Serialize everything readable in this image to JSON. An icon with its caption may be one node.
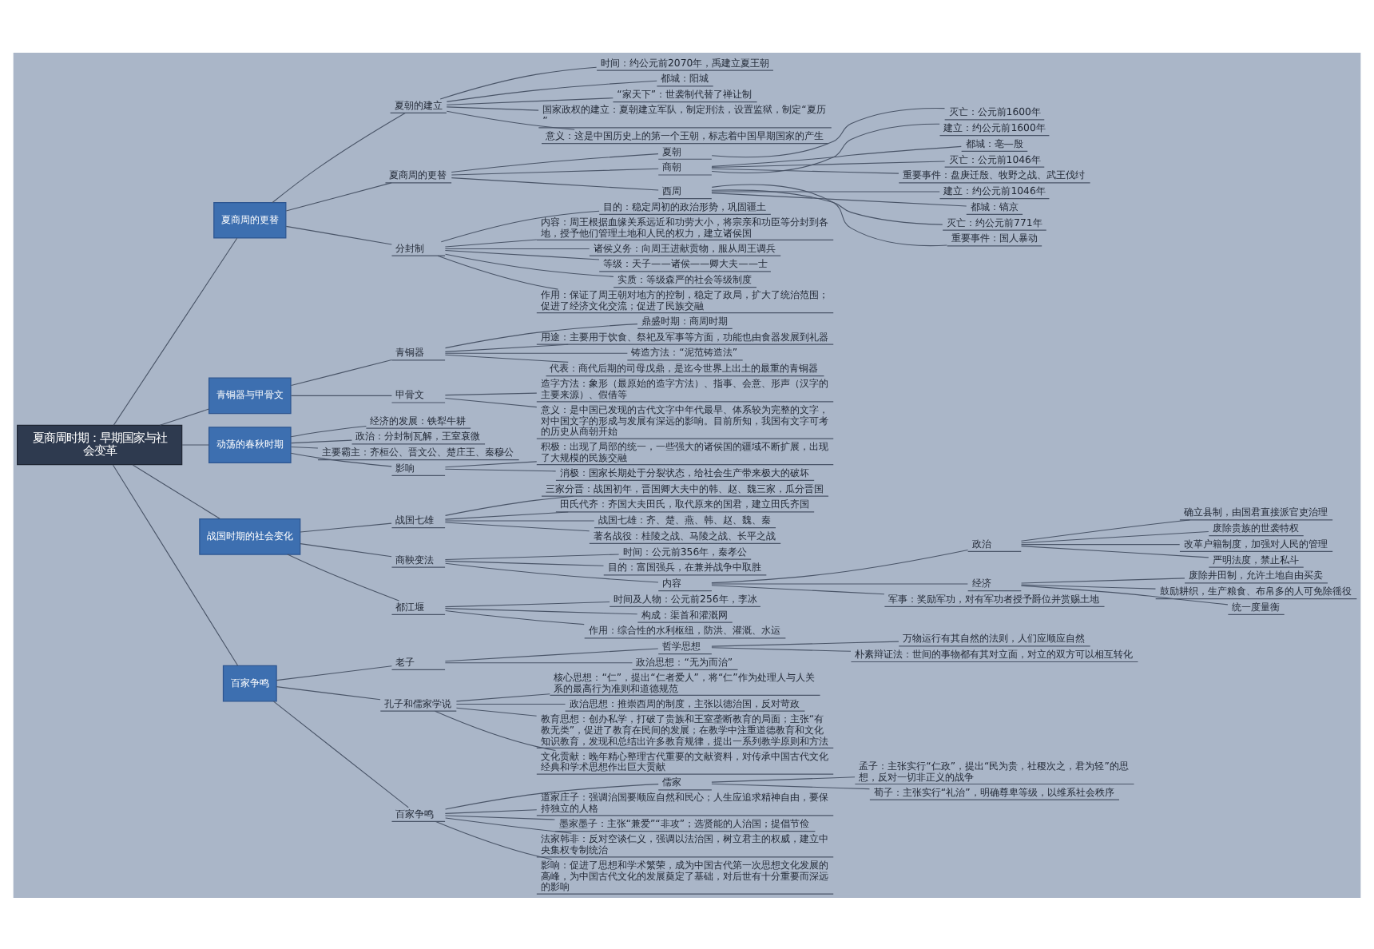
{
  "diagram": {
    "nodes": [
      {
        "text": [
          "夏商周时期：早期国家与社会变革"
        ]
      },
      {
        "text": [
          "夏商周的更替"
        ]
      },
      {
        "text": [
          "夏朝的建立"
        ]
      },
      {
        "text": [
          "时间：约公元前2070年，禹建立夏王朝"
        ]
      },
      {
        "text": [
          "都城：阳城"
        ]
      },
      {
        "text": [
          "“家天下”：世袭制代替了禅让制"
        ]
      },
      {
        "text": [
          "国家政权的建立：夏朝建立军队，制定刑法，设置监狱，制定“夏历”"
        ]
      },
      {
        "text": [
          "意义：这是中国历史上的第一个王朝，标志着中国早期国家的产生"
        ]
      },
      {
        "text": [
          "夏商周的更替"
        ]
      },
      {
        "text": [
          "夏朝"
        ]
      },
      {
        "text": [
          "灭亡：公元前1600年"
        ]
      },
      {
        "text": [
          "商朝"
        ]
      },
      {
        "text": [
          "建立：约公元前1600年"
        ]
      },
      {
        "text": [
          "都城：亳—殷"
        ]
      },
      {
        "text": [
          "灭亡：公元前1046年"
        ]
      },
      {
        "text": [
          "重要事件：盘庚迁殷、牧野之战、武王伐纣"
        ]
      },
      {
        "text": [
          "西周"
        ]
      },
      {
        "text": [
          "建立：约公元前1046年"
        ]
      },
      {
        "text": [
          "都城：镐京"
        ]
      },
      {
        "text": [
          "灭亡：约公元前771年"
        ]
      },
      {
        "text": [
          "重要事件：国人暴动"
        ]
      },
      {
        "text": [
          "分封制"
        ]
      },
      {
        "text": [
          "目的：稳定周初的政治形势，巩固疆土"
        ]
      },
      {
        "text": [
          "内容：周王根据血缘关系远近和功劳大小，将宗亲和功臣等分封到各地，授予他们管理土地和人民的权力，建立诸侯国"
        ]
      },
      {
        "text": [
          "诸侯义务：向周王进献贡物，服从周王调兵"
        ]
      },
      {
        "text": [
          "等级：天子——诸侯——卿大夫——士"
        ]
      },
      {
        "text": [
          "实质：等级森严的社会等级制度"
        ]
      },
      {
        "text": [
          "作用：保证了周王朝对地方的控制，稳定了政局，扩大了统治范围；促进了经济文化交流；促进了民族交融"
        ]
      },
      {
        "text": [
          "青铜器与甲骨文"
        ]
      },
      {
        "text": [
          "青铜器"
        ]
      },
      {
        "text": [
          "鼎盛时期：商周时期"
        ]
      },
      {
        "text": [
          "用途：主要用于饮食、祭祀及军事等方面，功能也由食器发展到礼器"
        ]
      },
      {
        "text": [
          "铸造方法：“泥范铸造法”"
        ]
      },
      {
        "text": [
          "代表：商代后期的司母戊鼎，是迄今世界上出土的最重的青铜器"
        ]
      },
      {
        "text": [
          "甲骨文"
        ]
      },
      {
        "text": [
          "造字方法：象形（最原始的造字方法）、指事、会意、形声（汉字的主要来源）、假借等"
        ]
      },
      {
        "text": [
          "意义：是中国已发现的古代文字中年代最早、体系较为完整的文字，对中国文字的形成与发展有深远的影响。目前所知，我国有文字可考的历史从商朝开始"
        ]
      },
      {
        "text": [
          "动荡的春秋时期"
        ]
      },
      {
        "text": [
          "经济的发展：铁犁牛耕"
        ]
      },
      {
        "text": [
          "政治：分封制瓦解，王室衰微"
        ]
      },
      {
        "text": [
          "主要霸主：齐桓公、晋文公、楚庄王、秦穆公"
        ]
      },
      {
        "text": [
          "影响"
        ]
      },
      {
        "text": [
          "积极：出现了局部的统一，一些强大的诸侯国的疆域不断扩展，出现了大规模的民族交融"
        ]
      },
      {
        "text": [
          "消极：国家长期处于分裂状态，给社会生产带来极大的破坏"
        ]
      },
      {
        "text": [
          "战国时期的社会变化"
        ]
      },
      {
        "text": [
          "战国七雄"
        ]
      },
      {
        "text": [
          "三家分晋：战国初年，晋国卿大夫中的韩、赵、魏三家，瓜分晋国"
        ]
      },
      {
        "text": [
          "田氏代齐：齐国大夫田氏，取代原来的国君，建立田氏齐国"
        ]
      },
      {
        "text": [
          "战国七雄：齐、楚、燕、韩、赵、魏、秦"
        ]
      },
      {
        "text": [
          "著名战役：桂陵之战、马陵之战、长平之战"
        ]
      },
      {
        "text": [
          "商鞅变法"
        ]
      },
      {
        "text": [
          "时间：公元前356年，秦孝公"
        ]
      },
      {
        "text": [
          "目的：富国强兵，在兼并战争中取胜"
        ]
      },
      {
        "text": [
          "内容"
        ]
      },
      {
        "text": [
          "政治"
        ]
      },
      {
        "text": [
          "确立县制，由国君直接派官吏治理"
        ]
      },
      {
        "text": [
          "废除贵族的世袭特权"
        ]
      },
      {
        "text": [
          "改革户籍制度，加强对人民的管理"
        ]
      },
      {
        "text": [
          "严明法度，禁止私斗"
        ]
      },
      {
        "text": [
          "经济"
        ]
      },
      {
        "text": [
          "废除井田制，允许土地自由买卖"
        ]
      },
      {
        "text": [
          "鼓励耕织，生产粮食、布帛多的人可免除徭役"
        ]
      },
      {
        "text": [
          "统一度量衡"
        ]
      },
      {
        "text": [
          "军事：奖励军功，对有军功者授予爵位并赏赐土地"
        ]
      },
      {
        "text": [
          "都江堰"
        ]
      },
      {
        "text": [
          "时间及人物：公元前256年，李冰"
        ]
      },
      {
        "text": [
          "构成：渠首和灌溉网"
        ]
      },
      {
        "text": [
          "作用：综合性的水利枢纽，防洪、灌溉、水运"
        ]
      },
      {
        "text": [
          "百家争鸣"
        ]
      },
      {
        "text": [
          "老子"
        ]
      },
      {
        "text": [
          "哲学思想"
        ]
      },
      {
        "text": [
          "万物运行有其自然的法则，人们应顺应自然"
        ]
      },
      {
        "text": [
          "朴素辩证法：世间的事物都有其对立面，对立的双方可以相互转化"
        ]
      },
      {
        "text": [
          "政治思想：“无为而治”"
        ]
      },
      {
        "text": [
          "孔子和儒家学说"
        ]
      },
      {
        "text": [
          "核心思想：“仁”，提出“仁者爱人”，将“仁”作为处理人与人关系的最高行为准则和道德规范"
        ]
      },
      {
        "text": [
          "政治思想：推崇西周的制度，主张以德治国，反对苛政"
        ]
      },
      {
        "text": [
          "教育思想：创办私学，打破了贵族和王室垄断教育的局面；主张“有教无类”，促进了教育在民间的发展；在教学中注重道德教育和文化知识教育，发现和总结出许多教育规律，提出一系列教学原则和方法"
        ]
      },
      {
        "text": [
          "文化贡献：晚年精心整理古代重要的文献资料，对传承中国古代文化经典和学术思想作出巨大贡献"
        ]
      },
      {
        "text": [
          "百家争鸣"
        ]
      },
      {
        "text": [
          "儒家"
        ]
      },
      {
        "text": [
          "孟子：主张实行“仁政”，提出“民为贵，社稷次之，君为轻”的思想，反对一切非正义的战争"
        ]
      },
      {
        "text": [
          "荀子：主张实行“礼治”，明确尊卑等级，以维系社会秩序"
        ]
      },
      {
        "text": [
          "道家庄子：强调治国要顺应自然和民心；人生应追求精神自由，要保持独立的人格"
        ]
      },
      {
        "text": [
          "墨家墨子：主张“兼爱”“非攻”；选贤能的人治国；提倡节俭"
        ]
      },
      {
        "text": [
          "法家韩非：反对空谈仁义，强调以法治国，树立君主的权威，建立中央集权专制统治"
        ]
      },
      {
        "text": [
          "影响：促进了思想和学术繁荣，成为中国古代第一次思想文化发展的高峰，为中国古代文化的发展奠定了基础，对后世有十分重要而深远的影响"
        ]
      }
    ],
    "edges": [
      {
        "from": 0,
        "to": 1,
        "arrow": "none"
      },
      {
        "from": 1,
        "to": 2,
        "arrow": "none"
      },
      {
        "from": 2,
        "to": 3,
        "arrow": "none"
      },
      {
        "from": 2,
        "to": 4,
        "arrow": "none"
      },
      {
        "from": 2,
        "to": 5,
        "arrow": "none"
      },
      {
        "from": 2,
        "to": 6,
        "arrow": "none"
      },
      {
        "from": 2,
        "to": 7,
        "arrow": "none"
      },
      {
        "from": 1,
        "to": 8,
        "arrow": "none"
      },
      {
        "from": 8,
        "to": 9,
        "arrow": "none"
      },
      {
        "from": 9,
        "to": 10,
        "arrow": "none"
      },
      {
        "from": 8,
        "to": 11,
        "arrow": "none"
      },
      {
        "from": 11,
        "to": 12,
        "arrow": "none"
      },
      {
        "from": 11,
        "to": 13,
        "arrow": "none"
      },
      {
        "from": 11,
        "to": 14,
        "arrow": "none"
      },
      {
        "from": 11,
        "to": 15,
        "arrow": "none"
      },
      {
        "from": 8,
        "to": 16,
        "arrow": "none"
      },
      {
        "from": 16,
        "to": 17,
        "arrow": "none"
      },
      {
        "from": 16,
        "to": 18,
        "arrow": "none"
      },
      {
        "from": 16,
        "to": 19,
        "arrow": "none"
      },
      {
        "from": 16,
        "to": 20,
        "arrow": "none"
      },
      {
        "from": 1,
        "to": 21,
        "arrow": "none"
      },
      {
        "from": 21,
        "to": 22,
        "arrow": "none"
      },
      {
        "from": 21,
        "to": 23,
        "arrow": "none"
      },
      {
        "from": 21,
        "to": 24,
        "arrow": "none"
      },
      {
        "from": 21,
        "to": 25,
        "arrow": "none"
      },
      {
        "from": 21,
        "to": 26,
        "arrow": "none"
      },
      {
        "from": 21,
        "to": 27,
        "arrow": "none"
      },
      {
        "from": 0,
        "to": 28,
        "arrow": "none"
      },
      {
        "from": 28,
        "to": 29,
        "arrow": "none"
      },
      {
        "from": 29,
        "to": 30,
        "arrow": "none"
      },
      {
        "from": 29,
        "to": 31,
        "arrow": "none"
      },
      {
        "from": 29,
        "to": 32,
        "arrow": "none"
      },
      {
        "from": 29,
        "to": 33,
        "arrow": "none"
      },
      {
        "from": 28,
        "to": 34,
        "arrow": "none"
      },
      {
        "from": 34,
        "to": 35,
        "arrow": "none"
      },
      {
        "from": 34,
        "to": 36,
        "arrow": "none"
      },
      {
        "from": 0,
        "to": 37,
        "arrow": "none"
      },
      {
        "from": 37,
        "to": 38,
        "arrow": "none"
      },
      {
        "from": 37,
        "to": 39,
        "arrow": "none"
      },
      {
        "from": 37,
        "to": 40,
        "arrow": "none"
      },
      {
        "from": 37,
        "to": 41,
        "arrow": "none"
      },
      {
        "from": 41,
        "to": 42,
        "arrow": "none"
      },
      {
        "from": 41,
        "to": 43,
        "arrow": "none"
      },
      {
        "from": 0,
        "to": 44,
        "arrow": "none"
      },
      {
        "from": 44,
        "to": 45,
        "arrow": "none"
      },
      {
        "from": 45,
        "to": 46,
        "arrow": "none"
      },
      {
        "from": 45,
        "to": 47,
        "arrow": "none"
      },
      {
        "from": 45,
        "to": 48,
        "arrow": "none"
      },
      {
        "from": 45,
        "to": 49,
        "arrow": "none"
      },
      {
        "from": 44,
        "to": 50,
        "arrow": "none"
      },
      {
        "from": 50,
        "to": 51,
        "arrow": "none"
      },
      {
        "from": 50,
        "to": 52,
        "arrow": "none"
      },
      {
        "from": 50,
        "to": 53,
        "arrow": "none"
      },
      {
        "from": 53,
        "to": 54,
        "arrow": "none"
      },
      {
        "from": 54,
        "to": 55,
        "arrow": "none"
      },
      {
        "from": 54,
        "to": 56,
        "arrow": "none"
      },
      {
        "from": 54,
        "to": 57,
        "arrow": "none"
      },
      {
        "from": 54,
        "to": 58,
        "arrow": "none"
      },
      {
        "from": 53,
        "to": 59,
        "arrow": "none"
      },
      {
        "from": 59,
        "to": 60,
        "arrow": "none"
      },
      {
        "from": 59,
        "to": 61,
        "arrow": "none"
      },
      {
        "from": 59,
        "to": 62,
        "arrow": "none"
      },
      {
        "from": 53,
        "to": 63,
        "arrow": "none"
      },
      {
        "from": 44,
        "to": 64,
        "arrow": "none"
      },
      {
        "from": 64,
        "to": 65,
        "arrow": "none"
      },
      {
        "from": 64,
        "to": 66,
        "arrow": "none"
      },
      {
        "from": 64,
        "to": 67,
        "arrow": "none"
      },
      {
        "from": 0,
        "to": 68,
        "arrow": "none"
      },
      {
        "from": 68,
        "to": 69,
        "arrow": "none"
      },
      {
        "from": 69,
        "to": 70,
        "arrow": "none"
      },
      {
        "from": 70,
        "to": 71,
        "arrow": "none"
      },
      {
        "from": 70,
        "to": 72,
        "arrow": "none"
      },
      {
        "from": 69,
        "to": 73,
        "arrow": "none"
      },
      {
        "from": 68,
        "to": 74,
        "arrow": "none"
      },
      {
        "from": 74,
        "to": 75,
        "arrow": "none"
      },
      {
        "from": 74,
        "to": 76,
        "arrow": "none"
      },
      {
        "from": 74,
        "to": 77,
        "arrow": "none"
      },
      {
        "from": 74,
        "to": 78,
        "arrow": "none"
      },
      {
        "from": 68,
        "to": 79,
        "arrow": "none"
      },
      {
        "from": 79,
        "to": 80,
        "arrow": "none"
      },
      {
        "from": 80,
        "to": 81,
        "arrow": "none"
      },
      {
        "from": 80,
        "to": 82,
        "arrow": "none"
      },
      {
        "from": 79,
        "to": 83,
        "arrow": "none"
      },
      {
        "from": 79,
        "to": 84,
        "arrow": "none"
      },
      {
        "from": 79,
        "to": 85,
        "arrow": "none"
      },
      {
        "from": 79,
        "to": 86,
        "arrow": "none"
      }
    ]
  }
}
